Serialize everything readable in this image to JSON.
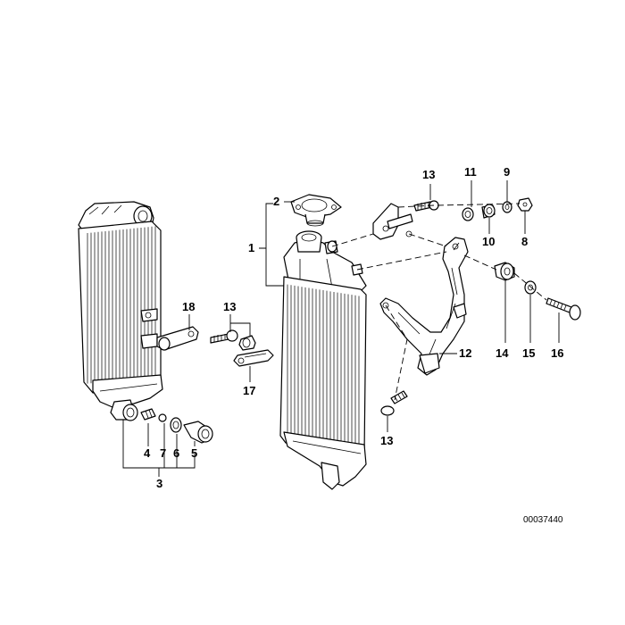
{
  "diagram": {
    "callouts": {
      "c1": "1",
      "c2": "2",
      "c3": "3",
      "c4": "4",
      "c5": "5",
      "c6": "6",
      "c7": "7",
      "c8": "8",
      "c9": "9",
      "c10": "10",
      "c11": "11",
      "c12": "12",
      "c13a": "13",
      "c13b": "13",
      "c13c": "13",
      "c14": "14",
      "c15": "15",
      "c16": "16",
      "c17": "17",
      "c18": "18"
    },
    "diagram_id": "00037440"
  }
}
